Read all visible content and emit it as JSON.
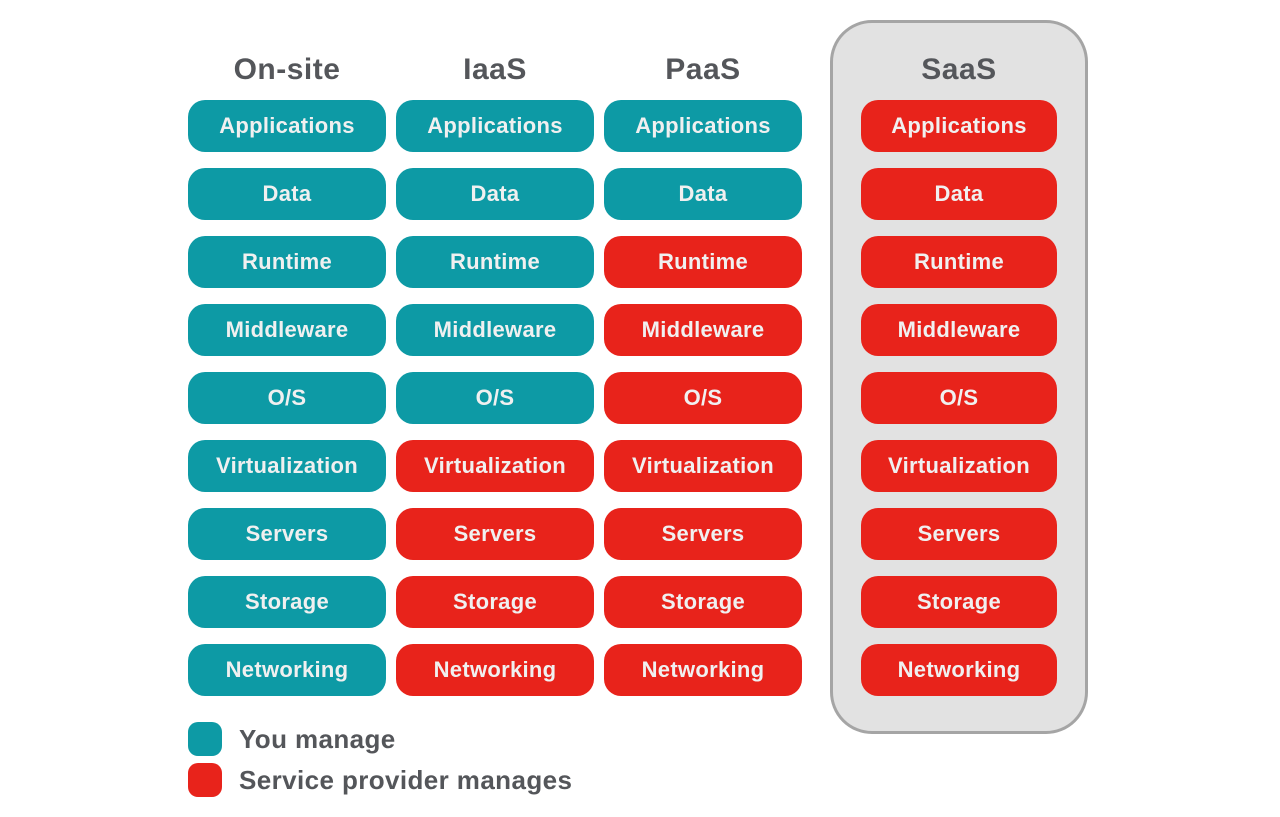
{
  "colors": {
    "you_manage": "#0d9aa5",
    "provider_manages": "#e8231b",
    "button_text": "#f0f0f0",
    "header_text": "#54565a",
    "saas_box_bg": "#e2e2e2",
    "saas_box_border": "#a5a5a5"
  },
  "layers": [
    "Applications",
    "Data",
    "Runtime",
    "Middleware",
    "O/S",
    "Virtualization",
    "Servers",
    "Storage",
    "Networking"
  ],
  "columns": [
    {
      "id": "on-site",
      "label": "On-site",
      "boxed": false,
      "cells": [
        {
          "label": "Applications",
          "managed_by": "you"
        },
        {
          "label": "Data",
          "managed_by": "you"
        },
        {
          "label": "Runtime",
          "managed_by": "you"
        },
        {
          "label": "Middleware",
          "managed_by": "you"
        },
        {
          "label": "O/S",
          "managed_by": "you"
        },
        {
          "label": "Virtualization",
          "managed_by": "you"
        },
        {
          "label": "Servers",
          "managed_by": "you"
        },
        {
          "label": "Storage",
          "managed_by": "you"
        },
        {
          "label": "Networking",
          "managed_by": "you"
        }
      ]
    },
    {
      "id": "iaas",
      "label": "IaaS",
      "boxed": false,
      "cells": [
        {
          "label": "Applications",
          "managed_by": "you"
        },
        {
          "label": "Data",
          "managed_by": "you"
        },
        {
          "label": "Runtime",
          "managed_by": "you"
        },
        {
          "label": "Middleware",
          "managed_by": "you"
        },
        {
          "label": "O/S",
          "managed_by": "you"
        },
        {
          "label": "Virtualization",
          "managed_by": "provider"
        },
        {
          "label": "Servers",
          "managed_by": "provider"
        },
        {
          "label": "Storage",
          "managed_by": "provider"
        },
        {
          "label": "Networking",
          "managed_by": "provider"
        }
      ]
    },
    {
      "id": "paas",
      "label": "PaaS",
      "boxed": false,
      "cells": [
        {
          "label": "Applications",
          "managed_by": "you"
        },
        {
          "label": "Data",
          "managed_by": "you"
        },
        {
          "label": "Runtime",
          "managed_by": "provider"
        },
        {
          "label": "Middleware",
          "managed_by": "provider"
        },
        {
          "label": "O/S",
          "managed_by": "provider"
        },
        {
          "label": "Virtualization",
          "managed_by": "provider"
        },
        {
          "label": "Servers",
          "managed_by": "provider"
        },
        {
          "label": "Storage",
          "managed_by": "provider"
        },
        {
          "label": "Networking",
          "managed_by": "provider"
        }
      ]
    },
    {
      "id": "saas",
      "label": "SaaS",
      "boxed": true,
      "cells": [
        {
          "label": "Applications",
          "managed_by": "provider"
        },
        {
          "label": "Data",
          "managed_by": "provider"
        },
        {
          "label": "Runtime",
          "managed_by": "provider"
        },
        {
          "label": "Middleware",
          "managed_by": "provider"
        },
        {
          "label": "O/S",
          "managed_by": "provider"
        },
        {
          "label": "Virtualization",
          "managed_by": "provider"
        },
        {
          "label": "Servers",
          "managed_by": "provider"
        },
        {
          "label": "Storage",
          "managed_by": "provider"
        },
        {
          "label": "Networking",
          "managed_by": "provider"
        }
      ]
    }
  ],
  "legend": {
    "items": [
      {
        "id": "you-manage",
        "label": "You manage",
        "color": "#0d9aa5"
      },
      {
        "id": "provider-manages",
        "label": "Service provider manages",
        "color": "#e8231b"
      }
    ]
  }
}
